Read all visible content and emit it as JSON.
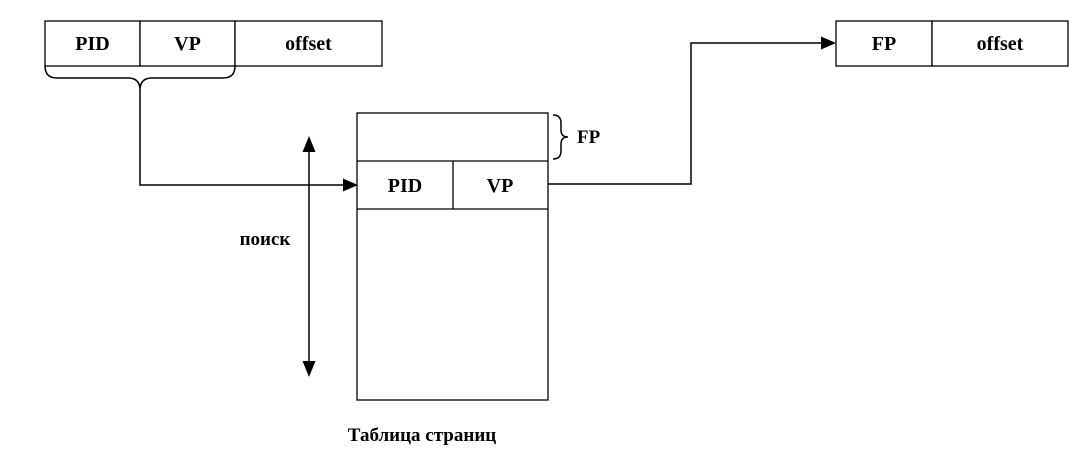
{
  "virtual_address": {
    "fields": [
      "PID",
      "VP",
      "offset"
    ]
  },
  "physical_address": {
    "fields": [
      "FP",
      "offset"
    ]
  },
  "page_table": {
    "row_fields": [
      "PID",
      "VP"
    ],
    "caption": "Таблица страниц",
    "frame_label": "FP"
  },
  "search_label": "поиск",
  "colors": {
    "stroke": "#000000",
    "background": "#ffffff"
  }
}
